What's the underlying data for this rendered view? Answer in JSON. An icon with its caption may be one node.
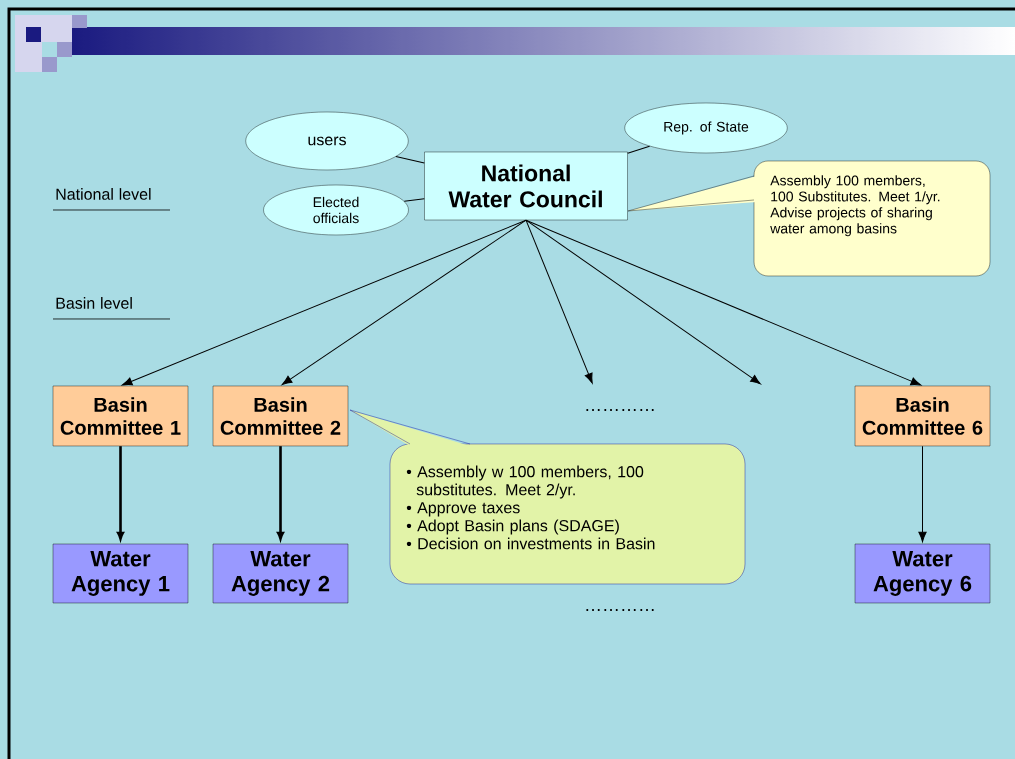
{
  "diagram": {
    "nodes": [
      {
        "text": [
          "National Water Council"
        ]
      },
      {
        "text": [
          "users"
        ]
      },
      {
        "text": [
          "Elected officials"
        ]
      },
      {
        "text": [
          "Rep. of State"
        ]
      },
      {
        "text": [
          "Assembly 100 members, 100 Substitutes. Meet 1/yr. Advise projects of sharing water among basins"
        ]
      },
      {
        "text": [
          "Basin Committee 1"
        ]
      },
      {
        "text": [
          "Basin Committee 2"
        ]
      },
      {
        "text": [
          "Basin Committee 6"
        ]
      },
      {
        "text": [
          "Water Agency 1"
        ]
      },
      {
        "text": [
          "Water Agency 2"
        ]
      },
      {
        "text": [
          "Water Agency 6"
        ]
      },
      {
        "text": [
          "• Assembly w 100 members, 100 substitutes. Meet 2/yr.",
          "• Approve taxes",
          "• Adopt Basin plans (SDAGE)",
          "• Decision on investments in Basin"
        ]
      }
    ],
    "edges": [
      {
        "from": 1,
        "to": 0,
        "arrow": "none"
      },
      {
        "from": 2,
        "to": 0,
        "arrow": "none"
      },
      {
        "from": 3,
        "to": 0,
        "arrow": "none"
      },
      {
        "from": 0,
        "to": 5,
        "arrow": "to"
      },
      {
        "from": 0,
        "to": 6,
        "arrow": "to"
      },
      {
        "from": 0,
        "to": null,
        "arrow": "to"
      },
      {
        "from": 0,
        "to": null,
        "arrow": "to"
      },
      {
        "from": 0,
        "to": 7,
        "arrow": "to"
      },
      {
        "from": 5,
        "to": 8,
        "arrow": "to",
        "style": "thick"
      },
      {
        "from": 6,
        "to": 9,
        "arrow": "to",
        "style": "thick"
      },
      {
        "from": 7,
        "to": 10,
        "arrow": "to"
      }
    ],
    "labels": [
      "National level",
      "Basin level",
      "…………",
      "…………"
    ]
  }
}
